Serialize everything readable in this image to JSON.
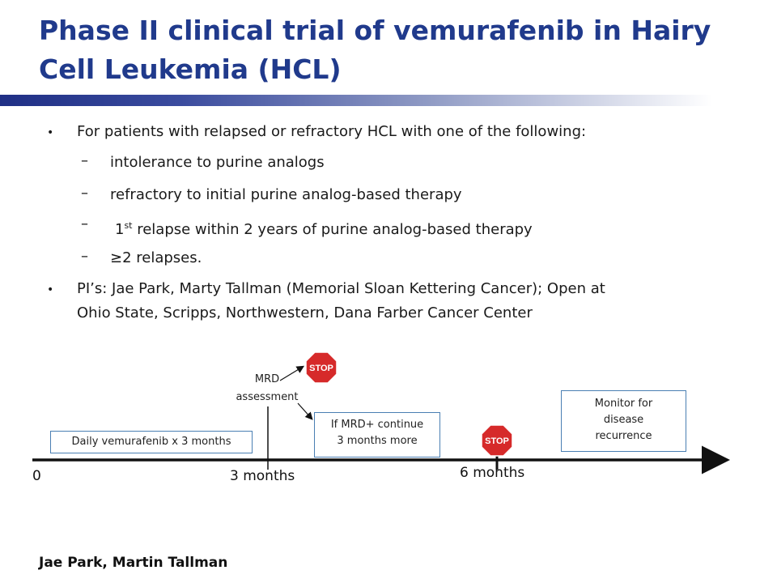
{
  "title": {
    "line1": "Phase II clinical trial of vemurafenib in Hairy",
    "line2": "Cell Leukemia (HCL)"
  },
  "bullets": {
    "b1": "For patients with relapsed or refractory HCL with one of the following:",
    "sub1": "intolerance to purine analogs",
    "sub2": "refractory to initial purine analog-based therapy",
    "sub3_pre": "1",
    "sub3_sup": "st",
    "sub3_post": " relapse within 2 years of purine analog-based therapy",
    "sub4": "≥2 relapses.",
    "b2_line1": "PI’s: Jae Park, Marty Tallman (Memorial Sloan Kettering Cancer); Open at",
    "b2_line2": "Ohio State, Scripps, Northwestern, Dana Farber Cancer Center",
    "dash": "–",
    "dot": "•"
  },
  "timeline": {
    "daily_box": "Daily vemurafenib x 3 months",
    "mrd_line1": "MRD",
    "mrd_line2": "assessment",
    "continue_line1": "If MRD+ continue",
    "continue_line2": "3 months more",
    "monitor_line1": "Monitor for",
    "monitor_line2": "disease",
    "monitor_line3": "recurrence",
    "label_0": "0",
    "label_3": "3 months",
    "label_6": "6 months",
    "stop_text": "STOP",
    "stop_color": "#d62a2a",
    "box_border_color": "#4a7fb3"
  },
  "footer": "Jae Park, Martin Tallman"
}
